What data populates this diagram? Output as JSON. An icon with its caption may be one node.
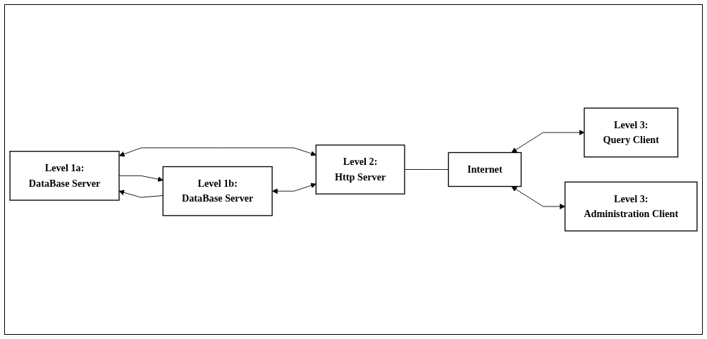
{
  "diagram": {
    "nodes": [
      {
        "text": [
          "Level 1a:",
          "DataBase Server"
        ]
      },
      {
        "text": [
          "Level 2:",
          "Http Server"
        ]
      },
      {
        "text": [
          "Internet"
        ]
      },
      {
        "text": [
          "Level 1b:",
          "DataBase Server"
        ]
      },
      {
        "text": [
          "Level 3:",
          "Query Client"
        ]
      },
      {
        "text": [
          "Level 3:",
          "Administration Client"
        ]
      }
    ],
    "edges": [
      {
        "from": 0,
        "to": 1,
        "arrow": "both"
      },
      {
        "from": 3,
        "to": 0,
        "arrow": "to"
      },
      {
        "from": 0,
        "to": 3,
        "arrow": "to"
      },
      {
        "from": 3,
        "to": 1,
        "arrow": "both"
      },
      {
        "from": 1,
        "to": 2,
        "arrow": "none"
      },
      {
        "from": 2,
        "to": 4,
        "arrow": "both"
      },
      {
        "from": 2,
        "to": 5,
        "arrow": "both"
      }
    ]
  }
}
